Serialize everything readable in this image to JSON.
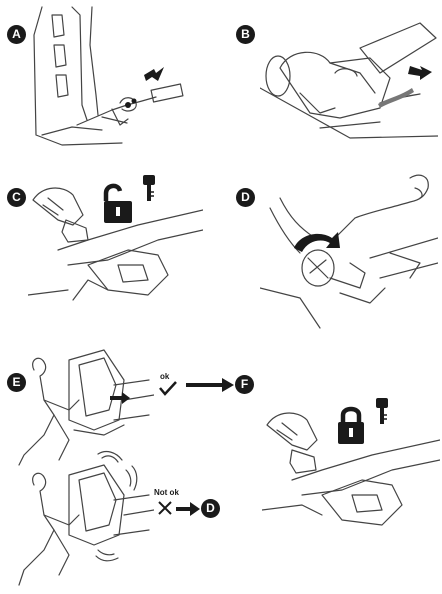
{
  "steps": {
    "a": "A",
    "b": "B",
    "c": "C",
    "d": "D",
    "e": "E",
    "f": "F"
  },
  "check": {
    "ok_label": "ok",
    "ok_target": "F",
    "notok_label": "Not ok",
    "notok_target": "D"
  },
  "icons": {
    "unlock": "unlocked-padlock-icon",
    "lock": "locked-padlock-icon",
    "key": "key-icon",
    "check": "checkmark-icon",
    "cross": "cross-icon",
    "arrow": "right-arrow-icon"
  },
  "colors": {
    "ink": "#1a1a1a",
    "line": "#444444",
    "light": "#dddddd",
    "paper": "#ffffff"
  }
}
